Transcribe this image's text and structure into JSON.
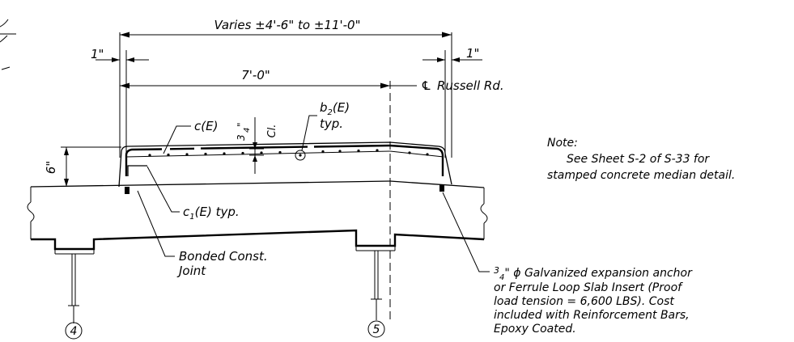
{
  "dimensions": {
    "overall": "Varies ±4'-6\" to ±11'-0\"",
    "left_offset": "1\"",
    "right_offset": "1\"",
    "median_width": "7'-0\"",
    "height": "6\"",
    "clear_cover_num": "3",
    "clear_cover_den": "4",
    "clear_cover_unit": "\"",
    "clear_cover_label": "Cl."
  },
  "labels": {
    "centerline_symbol": "℄",
    "centerline_text": "Russell Rd.",
    "bar_c": "c(E)",
    "bar_b2_main": "b",
    "bar_b2_sub": "2",
    "bar_b2_suffix": "(E)",
    "bar_b2_typ": "typ.",
    "bar_c1_main": "c",
    "bar_c1_sub": "1",
    "bar_c1_suffix": "(E) typ.",
    "joint_line1": "Bonded Const.",
    "joint_line2": "Joint",
    "anchor_sup": "3",
    "anchor_sub": "4",
    "anchor_line1": "\" ϕ Galvanized expansion anchor",
    "anchor_line2": "or Ferrule Loop Slab Insert (Proof",
    "anchor_line3": "load tension = 6,600 LBS). Cost",
    "anchor_line4": "included with Reinforcement Bars,",
    "anchor_line5": "Epoxy Coated."
  },
  "note": {
    "title": "Note:",
    "line1": "See Sheet S-2 of S-33 for",
    "line2": "stamped concrete median detail."
  },
  "piers": {
    "left": "4",
    "right": "5"
  }
}
